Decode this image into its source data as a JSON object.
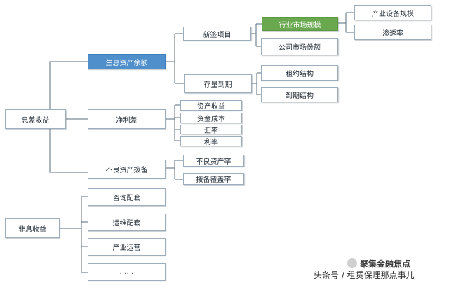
{
  "colors": {
    "line": "#556b7d",
    "highlight_blue": "#4f8fcc",
    "highlight_green": "#6aa84f",
    "box_border": "#9cadbd"
  },
  "nodes": {
    "interest_margin_income": "息差收益",
    "non_interest_income": "非息收益",
    "interest_earning_assets": "生息资产余额",
    "net_interest_spread": "净利差",
    "npl_provision": "不良资产拨备",
    "consulting_support": "咨询配套",
    "operation_support": "运维配套",
    "industry_operation": "产业运营",
    "ellipsis": "……",
    "new_projects": "新签项目",
    "existing_maturity": "存量到期",
    "industry_market_size": "行业市场规模",
    "company_market_share": "公司市场份额",
    "equipment_scale": "产业设备规模",
    "penetration_rate": "渗透率",
    "lease_structure": "租约结构",
    "maturity_structure": "到期结构",
    "asset_yield": "资产收益",
    "funding_cost": "资金成本",
    "exchange_rate": "汇率",
    "interest_rate": "利率",
    "npl_ratio": "不良资产率",
    "provision_coverage": "拨备覆盖率"
  },
  "watermark": {
    "logo_icon": "wechat-logo-icon",
    "title": "聚集金融焦点",
    "subtitle": "头条号 / 租赁保理那点事儿"
  }
}
